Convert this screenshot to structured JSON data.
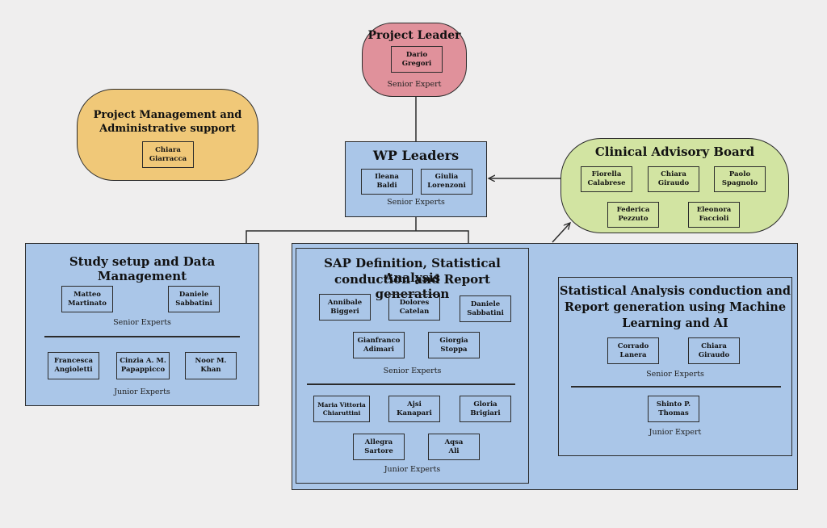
{
  "project_leader": {
    "title": "Project Leader",
    "members": [
      {
        "first": "Dario",
        "last": "Gregori"
      }
    ],
    "caption": "Senior Expert"
  },
  "pm_admin": {
    "title_line1": "Project Management and",
    "title_line2": "Administrative support",
    "members": [
      {
        "first": "Chiara",
        "last": "Giarracca"
      }
    ]
  },
  "wp_leaders": {
    "title": "WP Leaders",
    "members": [
      {
        "first": "Ileana",
        "last": "Baldi"
      },
      {
        "first": "Giulia",
        "last": "Lorenzoni"
      }
    ],
    "caption": "Senior Experts"
  },
  "clinical_board": {
    "title": "Clinical Advisory Board",
    "members": [
      {
        "first": "Fiorella",
        "last": "Calabrese"
      },
      {
        "first": "Chiara",
        "last": "Giraudo"
      },
      {
        "first": "Paolo",
        "last": "Spagnolo"
      },
      {
        "first": "Federica",
        "last": "Pezzuto"
      },
      {
        "first": "Eleonora",
        "last": "Faccioli"
      }
    ]
  },
  "study_setup": {
    "title": "Study setup and Data Management",
    "senior": [
      {
        "first": "Matteo",
        "last": "Martinato"
      },
      {
        "first": "Daniele",
        "last": "Sabbatini"
      }
    ],
    "senior_caption": "Senior Experts",
    "junior": [
      {
        "first": "Francesca",
        "last": "Angioletti"
      },
      {
        "first": "Cinzia A. M.",
        "last": "Papappicco"
      },
      {
        "first": "Noor M.",
        "last": "Khan"
      }
    ],
    "junior_caption": "Junior Experts"
  },
  "sap": {
    "title_line1": "SAP Definition, Statistical Analysis",
    "title_line2": "conduction and Report generation",
    "senior": [
      {
        "first": "Annibale",
        "last": "Biggeri"
      },
      {
        "first": "Dolores",
        "last": "Catelan"
      },
      {
        "first": "Daniele",
        "last": "Sabbatini"
      },
      {
        "first": "Gianfranco",
        "last": "Adimari"
      },
      {
        "first": "Giorgia",
        "last": "Stoppa"
      }
    ],
    "senior_caption": "Senior Experts",
    "junior": [
      {
        "first": "Maria Vittoria",
        "last": "Chiaruttini"
      },
      {
        "first": "Ajsi",
        "last": "Kanapari"
      },
      {
        "first": "Gloria",
        "last": "Brigiari"
      },
      {
        "first": "Allegra",
        "last": "Sartore"
      },
      {
        "first": "Aqsa",
        "last": "Ali"
      }
    ],
    "junior_caption": "Junior Experts"
  },
  "ml": {
    "title_line1": "Statistical Analysis conduction and",
    "title_line2": "Report generation using Machine",
    "title_line3": "Learning and AI",
    "senior": [
      {
        "first": "Corrado",
        "last": "Lanera"
      },
      {
        "first": "Chiara",
        "last": "Giraudo"
      }
    ],
    "senior_caption": "Senior Experts",
    "junior": [
      {
        "first": "Shinto P.",
        "last": "Thomas"
      }
    ],
    "junior_caption": "Junior Expert"
  },
  "colors": {
    "background": "#efeeee",
    "leader": "#e0919b",
    "admin": "#f0c878",
    "board": "#d2e4a2",
    "team": "#aac6e8"
  }
}
